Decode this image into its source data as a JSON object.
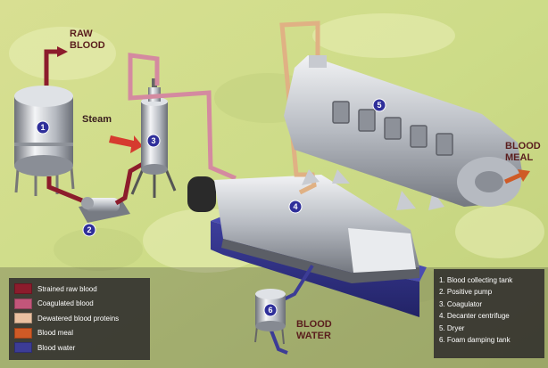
{
  "labels": {
    "raw_blood": "RAW\nBLOOD",
    "steam": "Steam",
    "blood_meal": "BLOOD\nMEAL",
    "blood_water": "BLOOD\nWATER"
  },
  "numbers": [
    "1",
    "2",
    "3",
    "4",
    "5",
    "6"
  ],
  "legend": [
    {
      "label": "Strained raw blood",
      "color": "#8c1c2c"
    },
    {
      "label": "Coagulated blood",
      "color": "#c2567a"
    },
    {
      "label": "Dewatered blood proteins",
      "color": "#eac0a0"
    },
    {
      "label": "Blood meal",
      "color": "#cf5a26"
    },
    {
      "label": "Blood water",
      "color": "#3c3c96"
    }
  ],
  "components": [
    "1. Blood collecting tank",
    "2. Positive pump",
    "3. Coagulator",
    "4. Decanter centrifuge",
    "5. Dryer",
    "6. Foam damping tank"
  ]
}
